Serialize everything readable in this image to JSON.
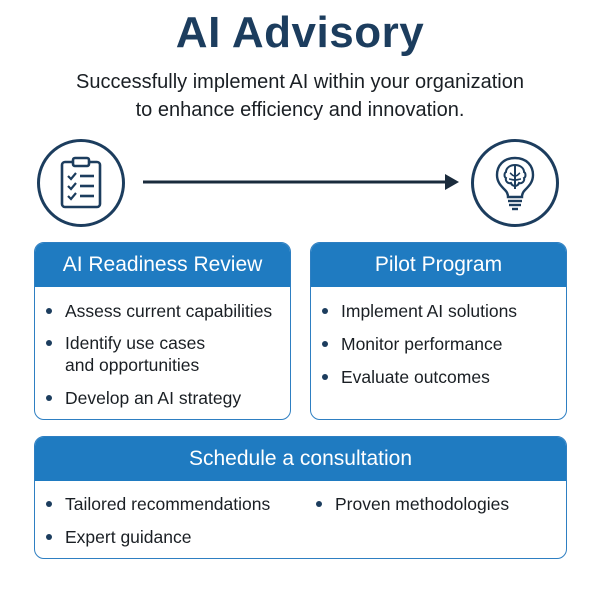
{
  "header": {
    "title": "AI Advisory",
    "subtitle": "Successfully implement AI within your organization\nto enhance efficiency and innovation."
  },
  "icons": {
    "left": "clipboard-checklist-icon",
    "right": "brain-lightbulb-icon",
    "connector": "arrow-right-icon"
  },
  "colors": {
    "title": "#1c3d5e",
    "header_fill": "#1f7bc1",
    "border": "#2e7fc2"
  },
  "readiness": {
    "title": "AI Readiness Review",
    "items": [
      "Assess current capabilities",
      "Identify use cases\nand opportunities",
      "Develop an AI strategy"
    ]
  },
  "pilot": {
    "title": "Pilot Program",
    "items": [
      "Implement AI solutions",
      "Monitor performance",
      "Evaluate outcomes"
    ]
  },
  "consultation": {
    "title": "Schedule a consultation",
    "items": [
      "Tailored recommendations",
      "Expert guidance",
      "Proven methodologies"
    ]
  }
}
